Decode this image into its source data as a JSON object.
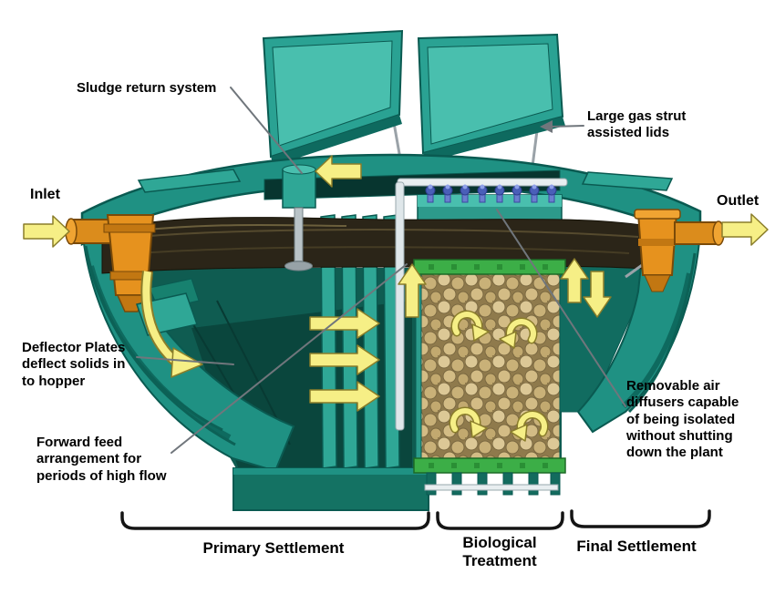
{
  "labels": {
    "inlet": "Inlet",
    "outlet": "Outlet",
    "sludge_return": "Sludge return system",
    "gas_strut_lids": "Large gas strut\nassisted lids",
    "deflector_plates": "Deflector Plates\ndeflect solids in\nto hopper",
    "forward_feed": "Forward feed\narrangement for\nperiods of high flow",
    "air_diffusers": "Removable air\ndiffusers capable\nof being isolated\nwithout shutting\ndown the plant",
    "sections": {
      "primary": "Primary Settlement",
      "biological": "Biological\nTreatment",
      "final": "Final Settlement"
    }
  },
  "colors": {
    "tank_teal": "#1f9183",
    "tank_teal_light": "#49bfae",
    "tank_teal_dark": "#0e6a5f",
    "interior_dark": "#0f5c51",
    "pipe_orange": "#e6921e",
    "arrow_yellow": "#f6ef86",
    "media_tan": "#d9c592",
    "grid_green": "#3cae47",
    "diffuser_blue": "#4a5fb8",
    "water_dark": "#2b2518",
    "leader_gray": "#70767c"
  }
}
